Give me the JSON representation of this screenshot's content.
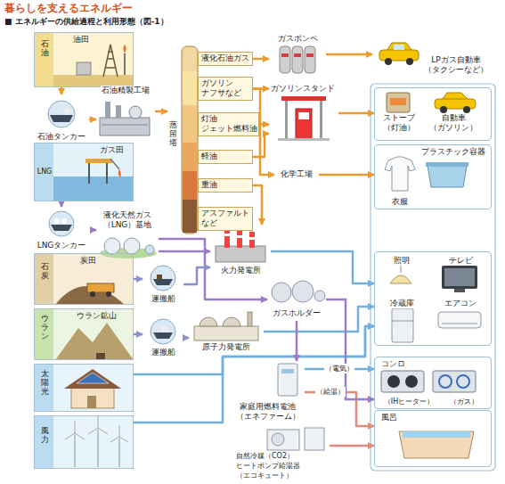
{
  "diagram": {
    "title": "暮らしを支えるエネルギー",
    "caption": "■ エネルギーの供給過程と利用形態（図-1）",
    "nodes": [
      {
        "text": [
          "石油",
          "油田"
        ]
      },
      {
        "text": [
          "石油タンカー"
        ]
      },
      {
        "text": [
          "石油精製工場"
        ]
      },
      {
        "text": [
          "蒸留塔"
        ]
      },
      {
        "text": [
          "液化石油ガス"
        ],
        "in": 3
      },
      {
        "text": [
          "ガソリン ナフサなど"
        ],
        "in": 3
      },
      {
        "text": [
          "灯油 ジェット燃料油"
        ],
        "in": 3
      },
      {
        "text": [
          "軽油"
        ],
        "in": 3
      },
      {
        "text": [
          "重油"
        ],
        "in": 3
      },
      {
        "text": [
          "アスファルト など"
        ],
        "in": 3
      },
      {
        "text": [
          "ガスボンベ"
        ]
      },
      {
        "text": [
          "ガソリンスタンド"
        ]
      },
      {
        "text": [
          "化学工場"
        ]
      },
      {
        "text": [
          "LPガス自動車 （タクシーなど）"
        ]
      },
      {
        "text": [
          "LNG",
          "ガス田"
        ]
      },
      {
        "text": [
          "LNGタンカー"
        ]
      },
      {
        "text": [
          "液化天然ガス （LNG）基地"
        ]
      },
      {
        "text": [
          "石炭",
          "炭田"
        ]
      },
      {
        "text": [
          "運搬船"
        ]
      },
      {
        "text": [
          "火力発電所"
        ]
      },
      {
        "text": [
          "ガスホルダー"
        ]
      },
      {
        "text": [
          "ウラン",
          "ウラン鉱山"
        ]
      },
      {
        "text": [
          "運搬船"
        ]
      },
      {
        "text": [
          "原子力発電所"
        ]
      },
      {
        "text": [
          "太陽光"
        ]
      },
      {
        "text": [
          "風力"
        ]
      },
      {
        "text": [
          "家庭用燃料電池 （エネファーム）"
        ]
      },
      {
        "text": [
          "自然冷媒（CO2） ヒートポンプ給湯器 （エコキュート）"
        ]
      },
      {
        "text": [
          "ストーブ （灯油）",
          "自動車 （ガソリン）"
        ]
      },
      {
        "text": [
          "プラスチック容器",
          "衣服"
        ]
      },
      {
        "text": [
          "照明",
          "テレビ",
          "冷蔵庫",
          "エアコン"
        ]
      },
      {
        "text": [
          "コンロ",
          "（IHヒーター）",
          "（ガス）"
        ]
      },
      {
        "text": [
          "風呂"
        ]
      }
    ],
    "edges": [
      {
        "from": 0,
        "to": 1,
        "arrow": "to"
      },
      {
        "from": 1,
        "to": 2,
        "arrow": "to"
      },
      {
        "from": 2,
        "to": 3,
        "arrow": "to"
      },
      {
        "from": 4,
        "to": 10,
        "arrow": "to"
      },
      {
        "from": 10,
        "to": 13,
        "arrow": "to"
      },
      {
        "from": 5,
        "to": 11,
        "arrow": "to"
      },
      {
        "from": 6,
        "to": 11,
        "arrow": "to"
      },
      {
        "from": 7,
        "to": 11,
        "arrow": "to"
      },
      {
        "from": 5,
        "to": 12,
        "arrow": "to"
      },
      {
        "from": 8,
        "to": 19,
        "arrow": "to"
      },
      {
        "from": 12,
        "to": 29,
        "arrow": "to"
      },
      {
        "from": 11,
        "to": 28,
        "arrow": "to"
      },
      {
        "from": 14,
        "to": 15,
        "arrow": "to"
      },
      {
        "from": 15,
        "to": 16,
        "arrow": "to"
      },
      {
        "from": 16,
        "to": 19,
        "arrow": "to"
      },
      {
        "from": 16,
        "to": 20,
        "arrow": "to"
      },
      {
        "from": 17,
        "to": 18,
        "arrow": "to"
      },
      {
        "from": 18,
        "to": 19,
        "arrow": "to"
      },
      {
        "from": 21,
        "to": 22,
        "arrow": "to"
      },
      {
        "from": 22,
        "to": 23,
        "arrow": "to"
      },
      {
        "from": 19,
        "to": 30,
        "arrow": "to"
      },
      {
        "from": 23,
        "to": 30,
        "arrow": "to"
      },
      {
        "from": 24,
        "to": 30,
        "arrow": "to"
      },
      {
        "from": 25,
        "to": 30,
        "arrow": "to"
      },
      {
        "from": 20,
        "to": 26,
        "arrow": "to"
      },
      {
        "from": 26,
        "to": 31,
        "label": "（電気）",
        "arrow": "to"
      },
      {
        "from": 26,
        "to": 32,
        "label": "（給湯）",
        "arrow": "to"
      },
      {
        "from": 27,
        "to": 32,
        "arrow": "to"
      },
      {
        "from": 20,
        "to": 31,
        "arrow": "to"
      }
    ]
  }
}
